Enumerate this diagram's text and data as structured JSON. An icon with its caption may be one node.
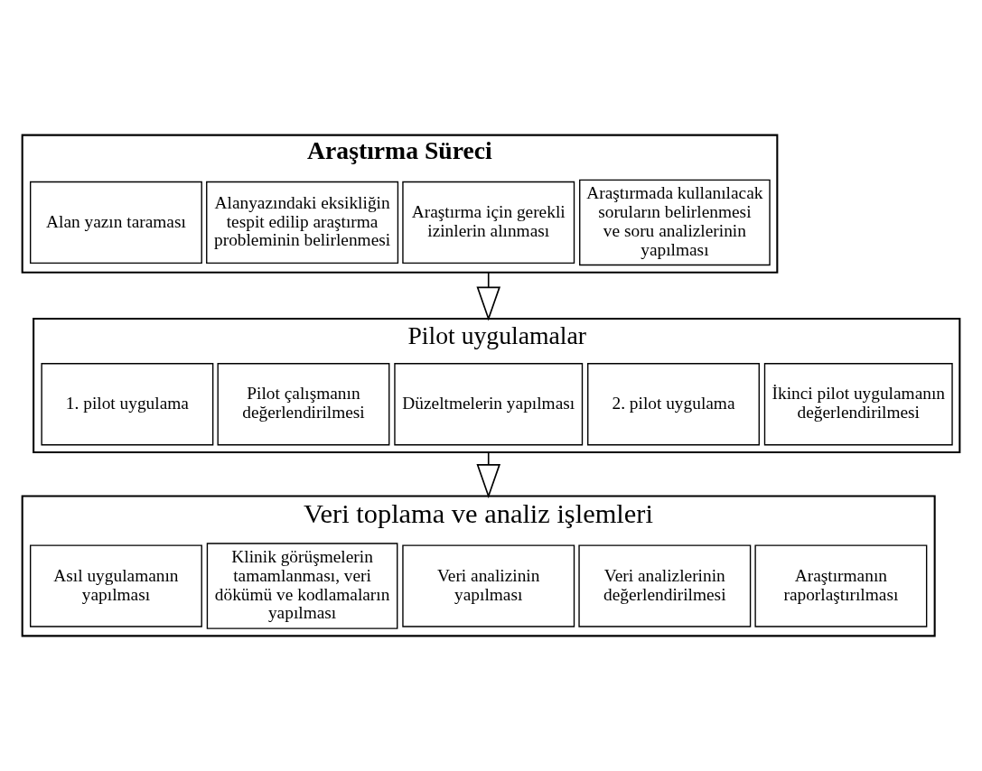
{
  "diagram": {
    "nodes": [
      {
        "text": [
          "Araştırma Süreci"
        ]
      },
      {
        "text": [
          "Alan yazın taraması"
        ],
        "in": 0
      },
      {
        "text": [
          "Alanyazındaki eksikliğin tespit edilip araştırma probleminin belirlenmesi"
        ],
        "in": 0
      },
      {
        "text": [
          "Araştırma için gerekli izinlerin alınması"
        ],
        "in": 0
      },
      {
        "text": [
          "Araştırmada kullanılacak soruların belirlenmesi ve soru analizlerinin yapılması"
        ],
        "in": 0
      },
      {
        "text": [
          "Pilot uygulamalar"
        ]
      },
      {
        "text": [
          "1. pilot uygulama"
        ],
        "in": 5
      },
      {
        "text": [
          "Pilot çalışmanın değerlendirilmesi"
        ],
        "in": 5
      },
      {
        "text": [
          "Düzeltmelerin yapılması"
        ],
        "in": 5
      },
      {
        "text": [
          "2. pilot uygulama"
        ],
        "in": 5
      },
      {
        "text": [
          "İkinci pilot uygulamanın değerlendirilmesi"
        ],
        "in": 5
      },
      {
        "text": [
          "Veri toplama ve analiz işlemleri"
        ]
      },
      {
        "text": [
          "Asıl uygulamanın yapılması"
        ],
        "in": 11
      },
      {
        "text": [
          "Klinik görüşmelerin tamamlanması, veri dökümü ve kodlamaların yapılması"
        ],
        "in": 11
      },
      {
        "text": [
          "Veri analizinin yapılması"
        ],
        "in": 11
      },
      {
        "text": [
          "Veri analizlerinin değerlendirilmesi"
        ],
        "in": 11
      },
      {
        "text": [
          "Araştırmanın raporlaştırılması"
        ],
        "in": 11
      }
    ],
    "edges": [
      {
        "from": 0,
        "to": 5,
        "arrow": "to"
      },
      {
        "from": 5,
        "to": 11,
        "arrow": "to"
      }
    ]
  }
}
